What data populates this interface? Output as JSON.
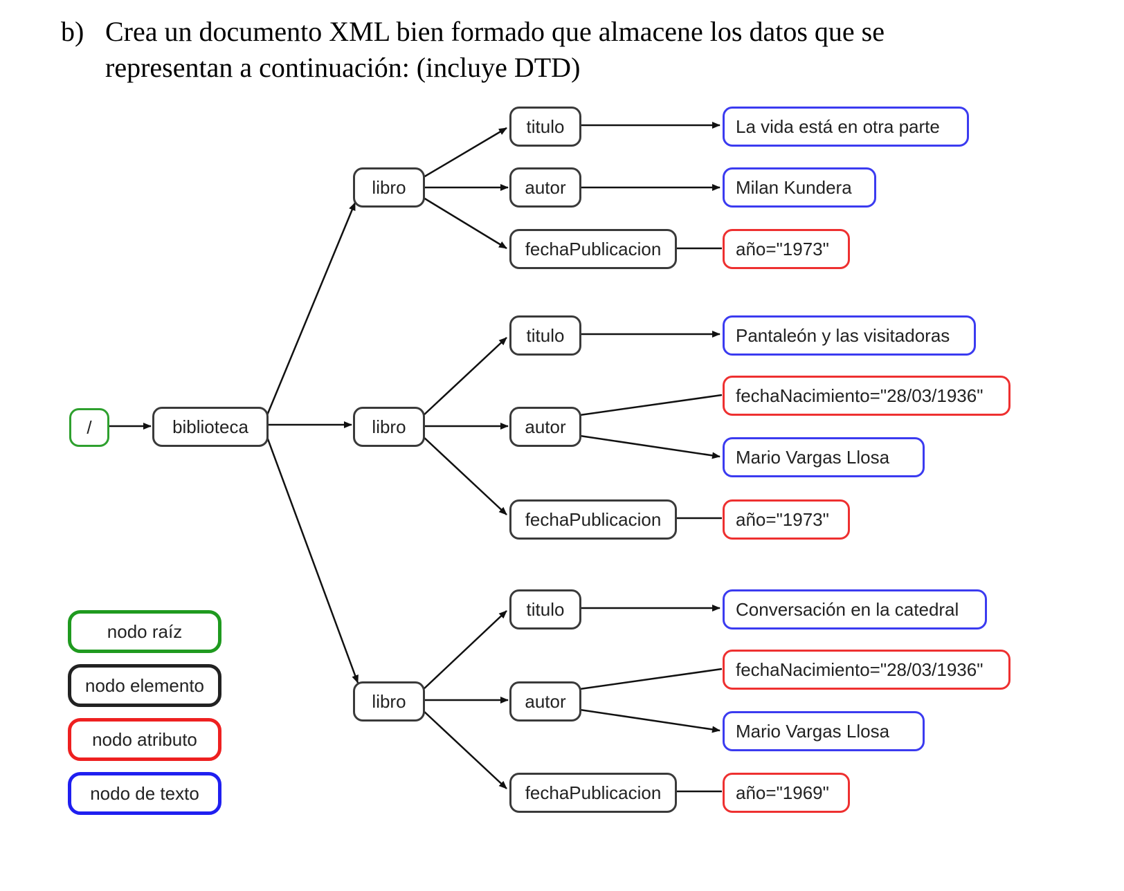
{
  "question": {
    "label": "b)",
    "text": "Crea un documento XML bien formado que almacene los datos que se representan a continuación: (incluye DTD)"
  },
  "colors": {
    "root": "#2ea02e",
    "element": "#3a3a3a",
    "attribute": "#ee3030",
    "text": "#3b3bf0"
  },
  "nodes": {
    "root": "/",
    "biblioteca": "biblioteca",
    "libro1": "libro",
    "libro2": "libro",
    "libro3": "libro",
    "titulo1": "titulo",
    "autor1": "autor",
    "fecha1": "fechaPublicacion",
    "titulo2": "titulo",
    "autor2": "autor",
    "fecha2": "fechaPublicacion",
    "titulo3": "titulo",
    "autor3": "autor",
    "fecha3": "fechaPublicacion",
    "t_titulo1": "La vida está en otra parte",
    "t_autor1": "Milan Kundera",
    "a_fecha1": "año=\"1973\"",
    "t_titulo2": "Pantaleón y las visitadoras",
    "a_nac2": "fechaNacimiento=\"28/03/1936\"",
    "t_autor2": "Mario Vargas Llosa",
    "a_fecha2": "año=\"1973\"",
    "t_titulo3": "Conversación en la catedral",
    "a_nac3": "fechaNacimiento=\"28/03/1936\"",
    "t_autor3": "Mario Vargas Llosa",
    "a_fecha3": "año=\"1969\""
  },
  "legend": {
    "root": "nodo raíz",
    "element": "nodo elemento",
    "attribute": "nodo atributo",
    "text": "nodo de texto"
  }
}
